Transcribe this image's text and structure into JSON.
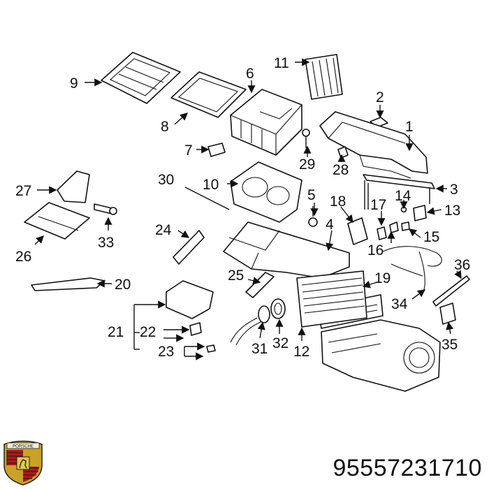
{
  "part_number": "95557231710",
  "brand_logo": "porsche-crest",
  "logo_text": "PORSCHE",
  "callouts": [
    "1",
    "2",
    "3",
    "4",
    "5",
    "6",
    "7",
    "8",
    "9",
    "10",
    "11",
    "12",
    "13",
    "14",
    "15",
    "16",
    "17",
    "18",
    "19",
    "20",
    "21",
    "22",
    "23",
    "24",
    "25",
    "26",
    "27",
    "28",
    "29",
    "30",
    "31",
    "32",
    "33",
    "34",
    "35",
    "36"
  ]
}
